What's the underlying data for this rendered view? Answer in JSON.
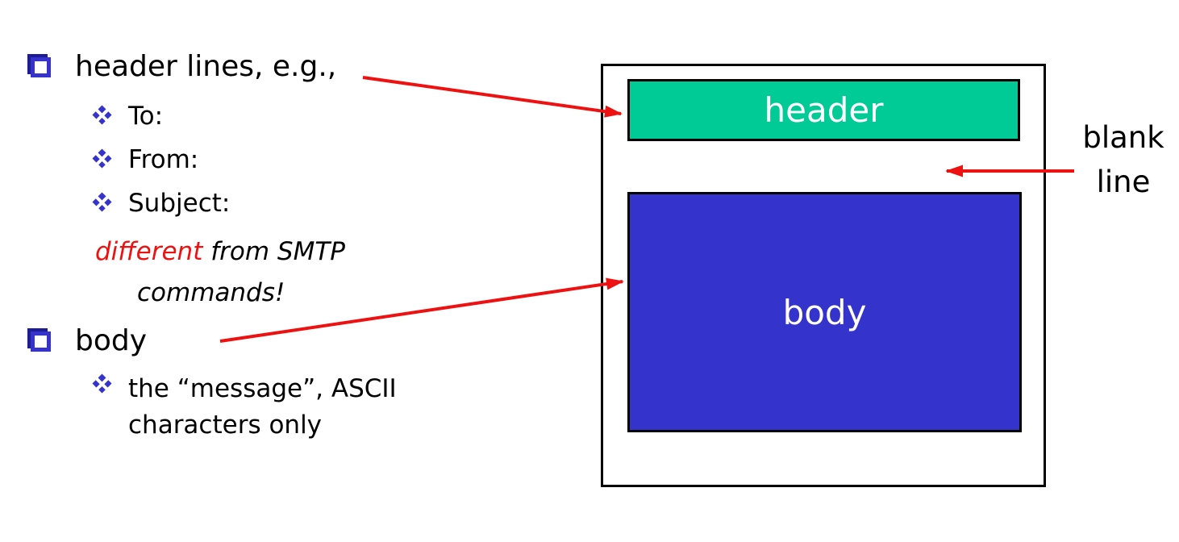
{
  "slide": {
    "bullet1": {
      "label": "header lines, e.g.,",
      "items": [
        "To:",
        "From:",
        "Subject:"
      ],
      "note_red": "different",
      "note_rest": " from SMTP",
      "note_line2": "commands!"
    },
    "bullet2": {
      "label": "body",
      "sub_line1": "the “message”, ASCII",
      "sub_line2": "characters only"
    }
  },
  "diagram": {
    "header_box_label": "header",
    "body_box_label": "body",
    "annotation_line1": "blank",
    "annotation_line2": "line"
  },
  "colors": {
    "header_box_green": "#00ca96",
    "body_box_blue": "#3433cb",
    "bullet_blue": "#3533cb",
    "arrow_red": "#ee1111",
    "note_red": "#ee1111",
    "outline_black": "#000000",
    "background": "#ffffff"
  }
}
